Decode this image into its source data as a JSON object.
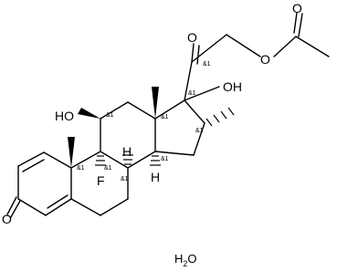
{
  "molecule": {
    "atom_labels": {
      "o_ketone_c3": "O",
      "o_hydroxy_c11": "HO",
      "f_c9": "F",
      "h_c8": "H",
      "h_c14": "H",
      "o_ketone_c20": "O",
      "o_hydroxy_c17": "OH",
      "o_ester": "O",
      "o_acetyl": "O"
    },
    "stereo_marker": "&1",
    "water": {
      "h": "H",
      "sub": "2",
      "o": "O"
    }
  }
}
